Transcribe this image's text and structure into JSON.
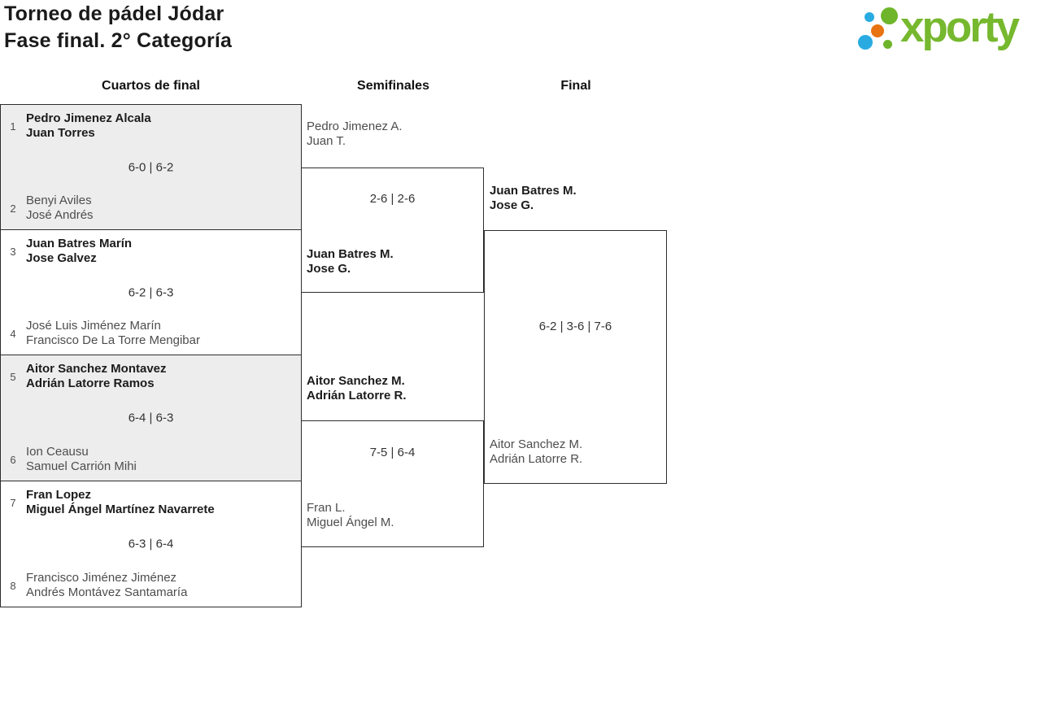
{
  "header": {
    "title_line1": "Torneo de pádel Jódar",
    "title_line2": "Fase final. 2° Categoría"
  },
  "logo": {
    "wordmark": "xporty",
    "colors": {
      "green": "#76b82e",
      "blue": "#29abe2",
      "orange": "#e87311"
    }
  },
  "rounds": {
    "quarterfinals_label": "Cuartos de final",
    "semifinals_label": "Semifinales",
    "final_label": "Final"
  },
  "colors": {
    "shaded_match_bg": "#ededed",
    "line": "#2d2d2d",
    "winner_text": "#1c1c1c",
    "loser_text": "#4d4d4d"
  },
  "quarterfinals": [
    {
      "seed_top": "1",
      "team_top": {
        "player1": "Pedro Jimenez Alcala",
        "player2": "Juan Torres",
        "winner": true
      },
      "score": "6-0 | 6-2",
      "seed_bottom": "2",
      "team_bottom": {
        "player1": "Benyi Aviles",
        "player2": "José Andrés",
        "winner": false
      }
    },
    {
      "seed_top": "3",
      "team_top": {
        "player1": "Juan Batres Marín",
        "player2": "Jose Galvez",
        "winner": true
      },
      "score": "6-2 | 6-3",
      "seed_bottom": "4",
      "team_bottom": {
        "player1": "José Luis Jiménez Marín",
        "player2": "Francisco De La Torre Mengibar",
        "winner": false
      }
    },
    {
      "seed_top": "5",
      "team_top": {
        "player1": "Aitor Sanchez Montavez",
        "player2": "Adrián Latorre Ramos",
        "winner": true
      },
      "score": "6-4 | 6-3",
      "seed_bottom": "6",
      "team_bottom": {
        "player1": "Ion Ceausu",
        "player2": "Samuel Carrión Mihi",
        "winner": false
      }
    },
    {
      "seed_top": "7",
      "team_top": {
        "player1": "Fran Lopez",
        "player2": "Miguel Ángel Martínez Navarrete",
        "winner": true
      },
      "score": "6-3 | 6-4",
      "seed_bottom": "8",
      "team_bottom": {
        "player1": "Francisco Jiménez Jiménez",
        "player2": "Andrés Montávez Santamaría",
        "winner": false
      }
    }
  ],
  "semifinals": [
    {
      "team_top": {
        "player1": "Pedro Jimenez A.",
        "player2": "Juan T.",
        "winner": false
      },
      "score": "2-6 | 2-6",
      "team_bottom": {
        "player1": "Juan Batres M.",
        "player2": "Jose G.",
        "winner": true
      }
    },
    {
      "team_top": {
        "player1": "Aitor Sanchez M.",
        "player2": "Adrián Latorre R.",
        "winner": true
      },
      "score": "7-5 | 6-4",
      "team_bottom": {
        "player1": "Fran L.",
        "player2": "Miguel Ángel M.",
        "winner": false
      }
    }
  ],
  "final": {
    "team_top": {
      "player1": "Juan Batres M.",
      "player2": "Jose G.",
      "winner": true
    },
    "score": "6-2 | 3-6 | 7-6",
    "team_bottom": {
      "player1": "Aitor Sanchez M.",
      "player2": "Adrián Latorre R.",
      "winner": false
    }
  }
}
